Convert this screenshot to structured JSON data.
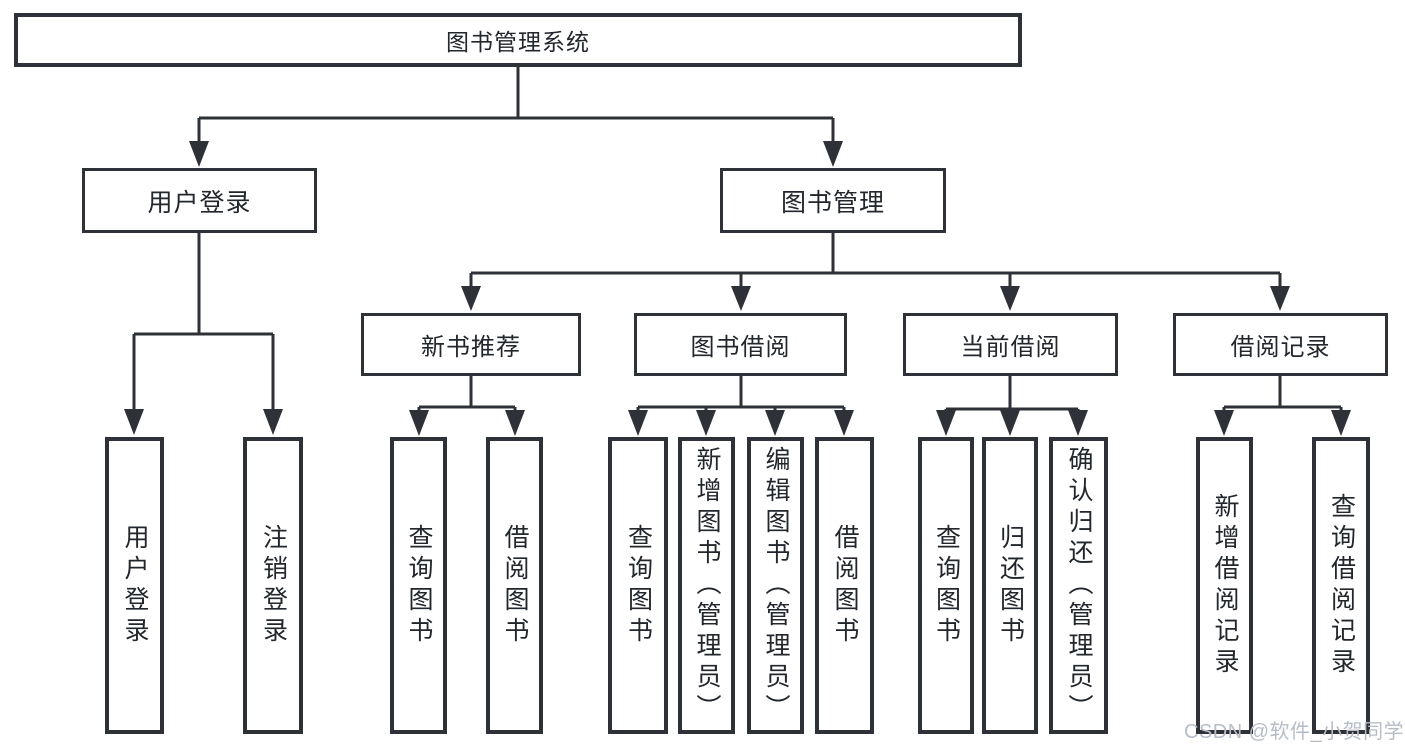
{
  "root": {
    "label": "图书管理系统"
  },
  "branches": {
    "user_login": {
      "label": "用户登录",
      "children": [
        {
          "label": "用户登录"
        },
        {
          "label": "注销登录"
        }
      ]
    },
    "book_management": {
      "label": "图书管理",
      "sections": [
        {
          "label": "新书推荐",
          "children": [
            {
              "label": "查询图书"
            },
            {
              "label": "借阅图书"
            }
          ]
        },
        {
          "label": "图书借阅",
          "children": [
            {
              "label": "查询图书"
            },
            {
              "label": "新增图书（管理员）"
            },
            {
              "label": "编辑图书（管理员）"
            },
            {
              "label": "借阅图书"
            }
          ]
        },
        {
          "label": "当前借阅",
          "children": [
            {
              "label": "查询图书"
            },
            {
              "label": "归还图书"
            },
            {
              "label": "确认归还（管理员）"
            }
          ]
        },
        {
          "label": "借阅记录",
          "children": [
            {
              "label": "新增借阅记录"
            },
            {
              "label": "查询借阅记录"
            }
          ]
        }
      ]
    }
  },
  "watermark": "CSDN @软件_小贺同学",
  "colors": {
    "line": "#2e3238",
    "text": "#22262d",
    "watermark": "#b7bdc7",
    "background": "#ffffff"
  }
}
